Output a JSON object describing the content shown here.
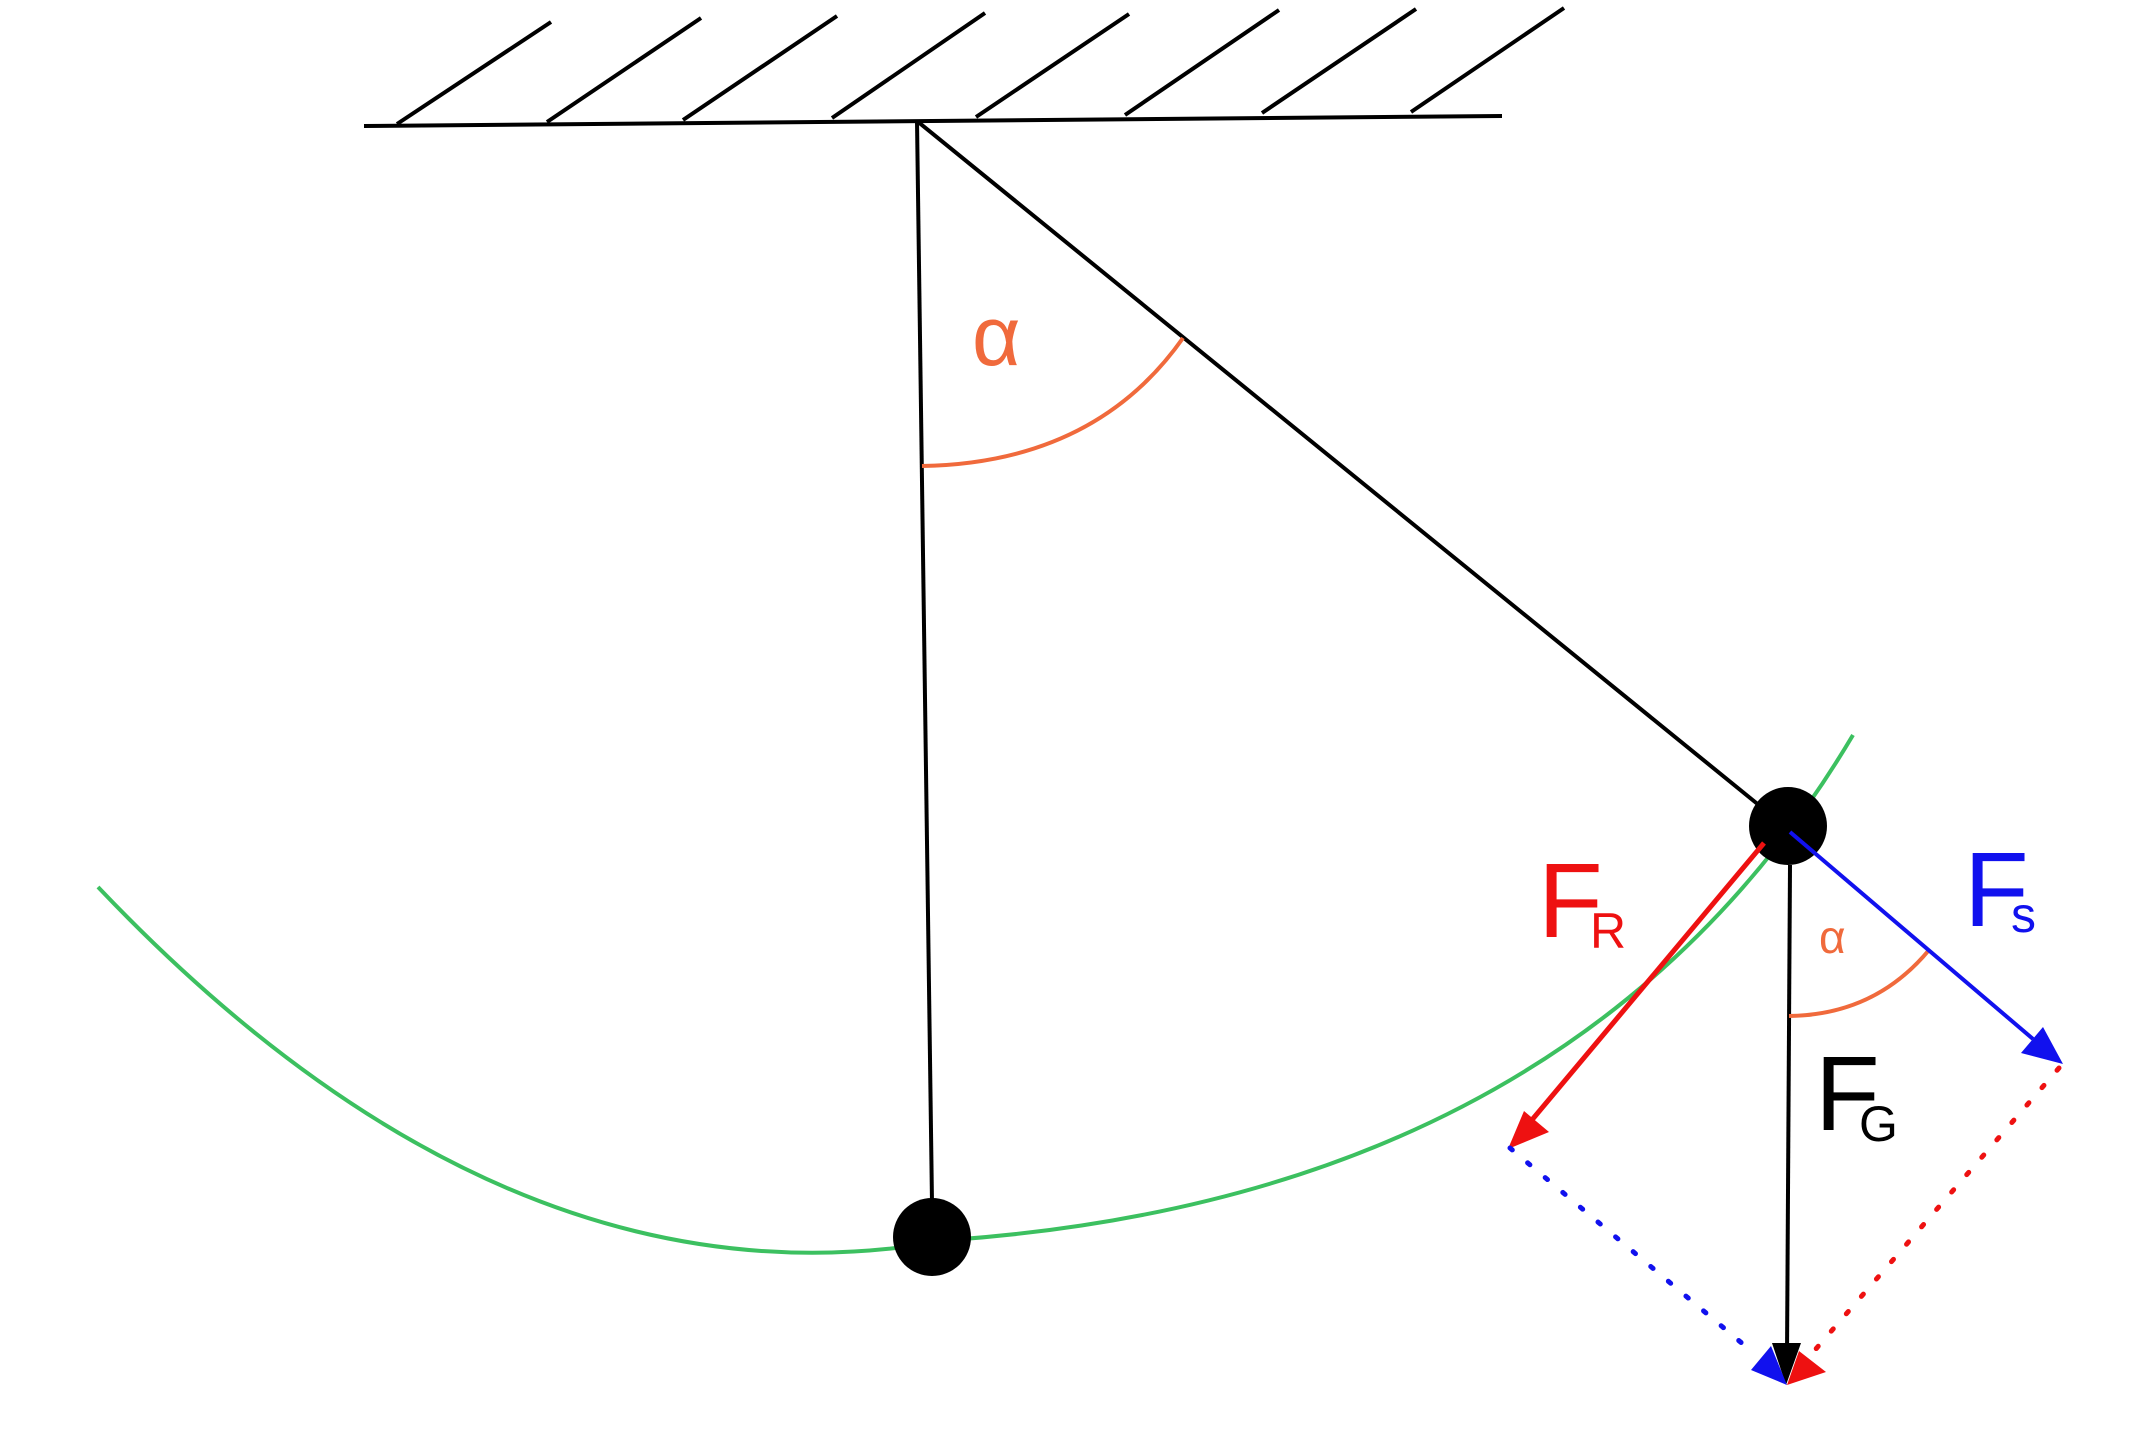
{
  "labels": {
    "alpha_top": "α",
    "alpha_small": "α",
    "fr_main": "F",
    "fr_sub": "R",
    "fs_main": "F",
    "fs_sub": "s",
    "fg_main": "F",
    "fg_sub": "G"
  },
  "colors": {
    "structure": "#000000",
    "angle": "#f06a3c",
    "path": "#3cc060",
    "fr": "#ee1111",
    "fs": "#1111ee",
    "fg": "#000000",
    "background": "#ffffff"
  }
}
